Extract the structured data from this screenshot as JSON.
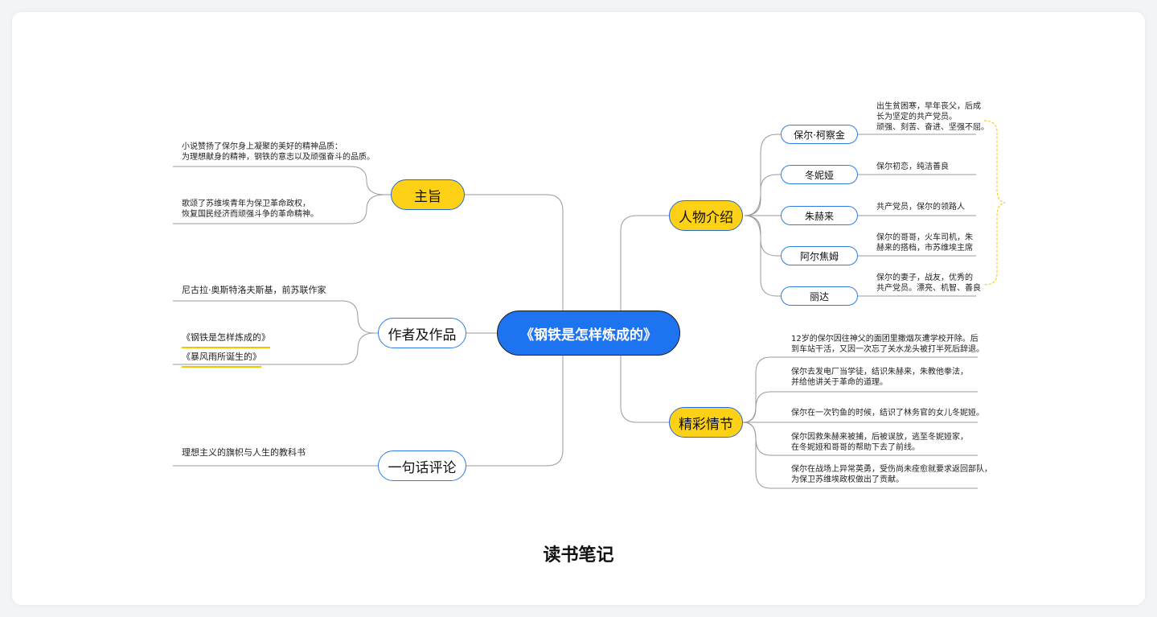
{
  "root": "《钢铁是怎样炼成的》",
  "caption": "读书笔记",
  "branches": {
    "theme": {
      "label": "主旨",
      "notes": [
        [
          "小说赞扬了保尔身上凝聚的美好的精神品质：",
          "为理想献身的精神，钢铁的意志以及顽强奋斗的品质。"
        ],
        [
          "歌颂了苏维埃青年为保卫革命政权，",
          "恢复国民经济而顽强斗争的革命精神。"
        ]
      ]
    },
    "author": {
      "label": "作者及作品",
      "author_note": "尼古拉·奥斯特洛夫斯基，前苏联作家",
      "works": [
        "《钢铁是怎样炼成的》",
        "《暴风雨所诞生的》"
      ]
    },
    "review": {
      "label": "一句话评论",
      "note": "理想主义的旗帜与人生的教科书"
    },
    "characters": {
      "label": "人物介绍",
      "items": [
        {
          "name": "保尔·柯察金",
          "lines": [
            "出生贫困寒，早年丧父，后成",
            "长为坚定的共产党员。",
            "顽强、刻苦、奋进、坚强不屈。"
          ]
        },
        {
          "name": "冬妮娅",
          "lines": [
            "保尔初恋，纯洁善良"
          ]
        },
        {
          "name": "朱赫来",
          "lines": [
            "共产党员，保尔的领路人"
          ]
        },
        {
          "name": "阿尔焦姆",
          "lines": [
            "保尔的哥哥，火车司机，朱",
            "赫来的搭档，市苏维埃主席"
          ]
        },
        {
          "name": "丽达",
          "lines": [
            "保尔的妻子，战友，优秀的",
            "共产党员。漂亮、机智、善良"
          ]
        }
      ]
    },
    "plot": {
      "label": "精彩情节",
      "items": [
        [
          "12岁的保尔因往神父的面团里撒烟灰遭学校开除。后",
          "到车站干活，又因一次忘了关水龙头被打半死后辞退。"
        ],
        [
          "保尔去发电厂当学徒，结识朱赫来，朱教他拳法，",
          "并给他讲关于革命的道理。"
        ],
        [
          "保尔在一次钓鱼的时候，结识了林务官的女儿冬妮娅。"
        ],
        [
          "保尔因救朱赫来被捕，后被误放，逃至冬妮娅家，",
          "在冬妮娅和哥哥的帮助下去了前线。"
        ],
        [
          "保尔在战场上异常英勇，受伤尚未痊愈就要求返回部队，",
          "为保卫苏维埃政权做出了贡献。"
        ]
      ]
    }
  },
  "colors": {
    "root_fill": "#1e73f0",
    "main_fill": "#fcd116",
    "node_border": "#2f7be6",
    "line": "#9a9a9a",
    "highlight": "#f4c400",
    "bracket": "#f4c400"
  }
}
